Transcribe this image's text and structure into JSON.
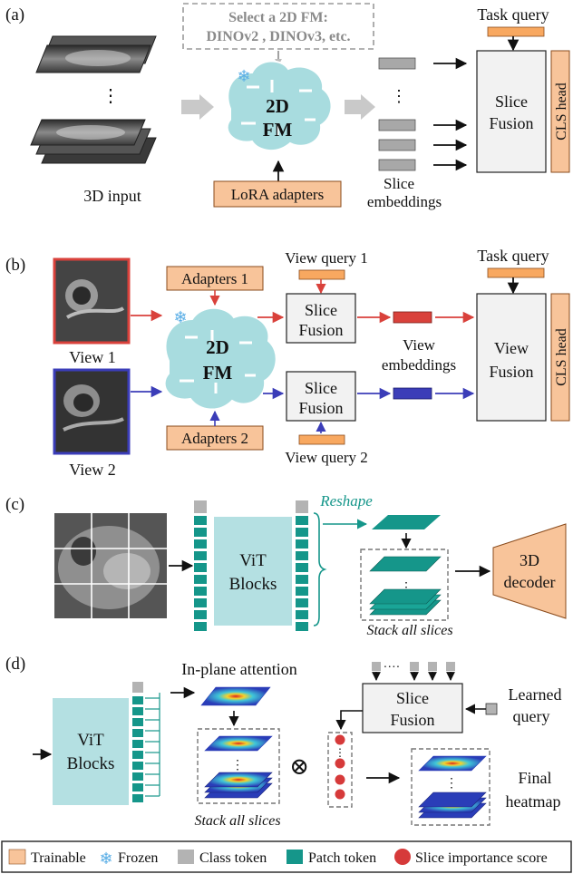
{
  "colors": {
    "trainable": "#f8c49a",
    "trainable_stroke": "#8a4b1c",
    "frozen": "#8ecbf5",
    "class_token": "#b3b3b3",
    "patch_token": "#15968a",
    "importance": "#d63a3a",
    "brain": "#a8dcdf",
    "vit": "#b4e0e2",
    "fusion_fill": "#f2f2f2",
    "view1": "#d9413b",
    "view2": "#3b3db8",
    "reshape": "#15968a"
  },
  "panel_a": {
    "label": "(a)",
    "select_fm_line1": "Select a 2D FM:",
    "select_fm_line2": "DINOv2 , DINOv3, etc.",
    "fm_line1": "2D",
    "fm_line2": "FM",
    "input_label": "3D input",
    "lora_label": "LoRA adapters",
    "dots": "⋮",
    "emb_line1": "Slice",
    "emb_line2": "embeddings",
    "task_query": "Task query",
    "fusion_line1": "Slice",
    "fusion_line2": "Fusion",
    "cls_head": "CLS head"
  },
  "panel_b": {
    "label": "(b)",
    "view1_label": "View 1",
    "view2_label": "View 2",
    "adapters1": "Adapters 1",
    "adapters2": "Adapters 2",
    "fm_line1": "2D",
    "fm_line2": "FM",
    "view_query1": "View query 1",
    "view_query2": "View query 2",
    "fusion_line1": "Slice",
    "fusion_line2": "Fusion",
    "view_emb_line1": "View",
    "view_emb_line2": "embeddings",
    "task_query": "Task query",
    "view_fusion_line1": "View",
    "view_fusion_line2": "Fusion",
    "cls_head": "CLS head"
  },
  "panel_c": {
    "label": "(c)",
    "vit_line1": "ViT",
    "vit_line2": "Blocks",
    "reshape": "Reshape",
    "stack_label": "Stack all slices",
    "decoder_line1": "3D",
    "decoder_line2": "decoder"
  },
  "panel_d": {
    "label": "(d)",
    "vit_line1": "ViT",
    "vit_line2": "Blocks",
    "inplane": "In-plane attention",
    "stack_label": "Stack all slices",
    "otimes": "⊗",
    "fusion_line1": "Slice",
    "fusion_line2": "Fusion",
    "learned_line1": "Learned",
    "learned_line2": "query",
    "final_line1": "Final",
    "final_line2": "heatmap",
    "token_dots": "····"
  },
  "legend": {
    "trainable": "Trainable",
    "frozen": "Frozen",
    "class_token": "Class token",
    "patch_token": "Patch token",
    "importance": "Slice importance score"
  }
}
